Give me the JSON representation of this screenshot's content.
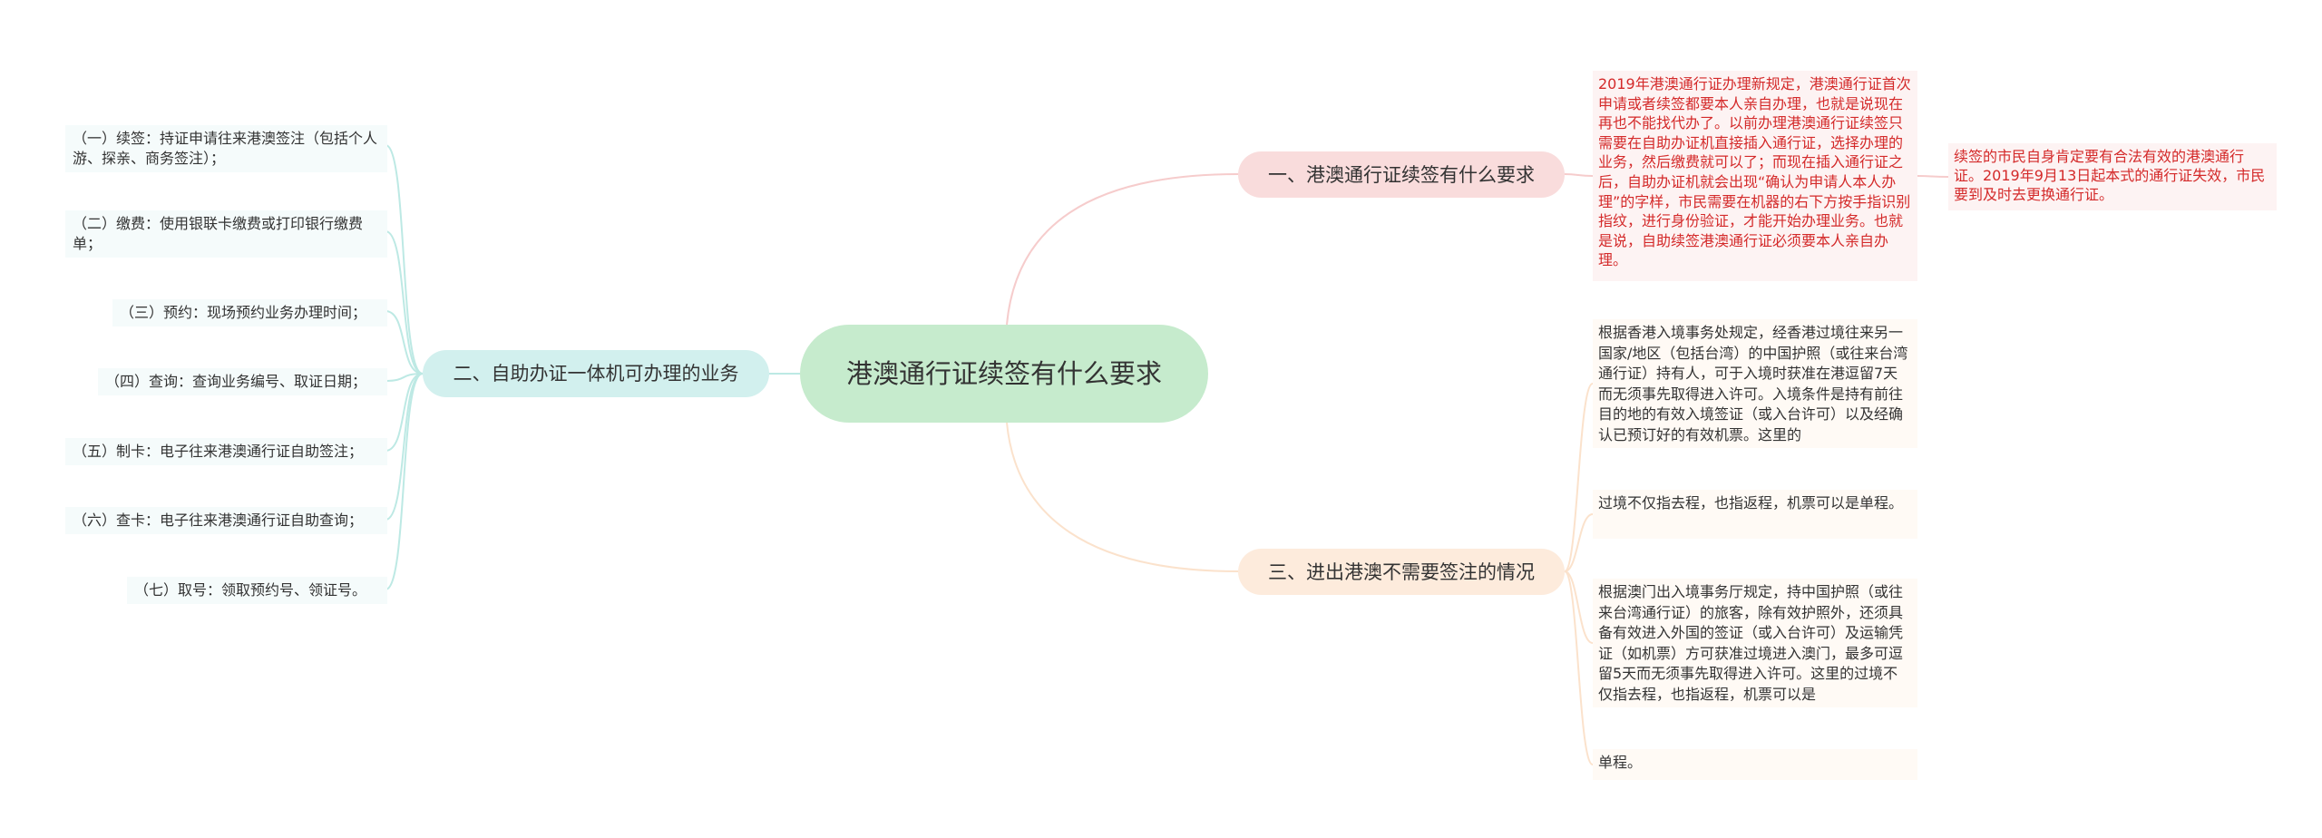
{
  "central": {
    "label": "港澳通行证续签有什么要求"
  },
  "branches": {
    "b1": {
      "label": "一、港澳通行证续签有什么要求",
      "leaf": "2019年港澳通行证办理新规定，港澳通行证首次申请或者续签都要本人亲自办理，也就是说现在再也不能找代办了。以前办理港澳通行证续签只需要在自助办证机直接插入通行证，选择办理的业务，然后缴费就可以了；而现在插入通行证之后，自助办证机就会出现“确认为申请人本人办理”的字样，市民需要在机器的右下方按手指识别指纹，进行身份验证，才能开始办理业务。也就是说，自助续签港澳通行证必须要本人亲自办理。",
      "subleaf": "续签的市民自身肯定要有合法有效的港澳通行证。2019年9月13日起本式的通行证失效，市民要到及时去更换通行证。"
    },
    "b2": {
      "label": "二、自助办证一体机可办理的业务",
      "items": [
        "（一）续签：持证申请往来港澳签注（包括个人游、探亲、商务签注）；",
        "（二）缴费：使用银联卡缴费或打印银行缴费单；",
        "（三）预约：现场预约业务办理时间；",
        "（四）查询：查询业务编号、取证日期；",
        "（五）制卡：电子往来港澳通行证自助签注；",
        "（六）查卡：电子往来港澳通行证自助查询；",
        "（七）取号：领取预约号、领证号。"
      ]
    },
    "b3": {
      "label": "三、进出港澳不需要签注的情况",
      "items": [
        "根据香港入境事务处规定，经香港过境往来另一国家/地区（包括台湾）的中国护照（或往来台湾通行证）持有人，可于入境时获准在港逗留7天而无须事先取得进入许可。入境条件是持有前往目的地的有效入境签证（或入台许可）以及经确认已预订好的有效机票。这里的",
        "过境不仅指去程，也指返程，机票可以是单程。",
        "根据澳门出入境事务厅规定，持中国护照（或往来台湾通行证）的旅客，除有效护照外，还须具备有效进入外国的签证（或入台许可）及运输凭证（如机票）方可获准过境进入澳门，最多可逗留5天而无须事先取得进入许可。这里的过境不仅指去程，也指返程，机票可以是",
        "单程。"
      ]
    }
  },
  "colors": {
    "b1_link": "#f6cccc",
    "b2_link": "#bde9e4",
    "b3_link": "#fbe2cc",
    "red_text": "#d42a2a"
  }
}
